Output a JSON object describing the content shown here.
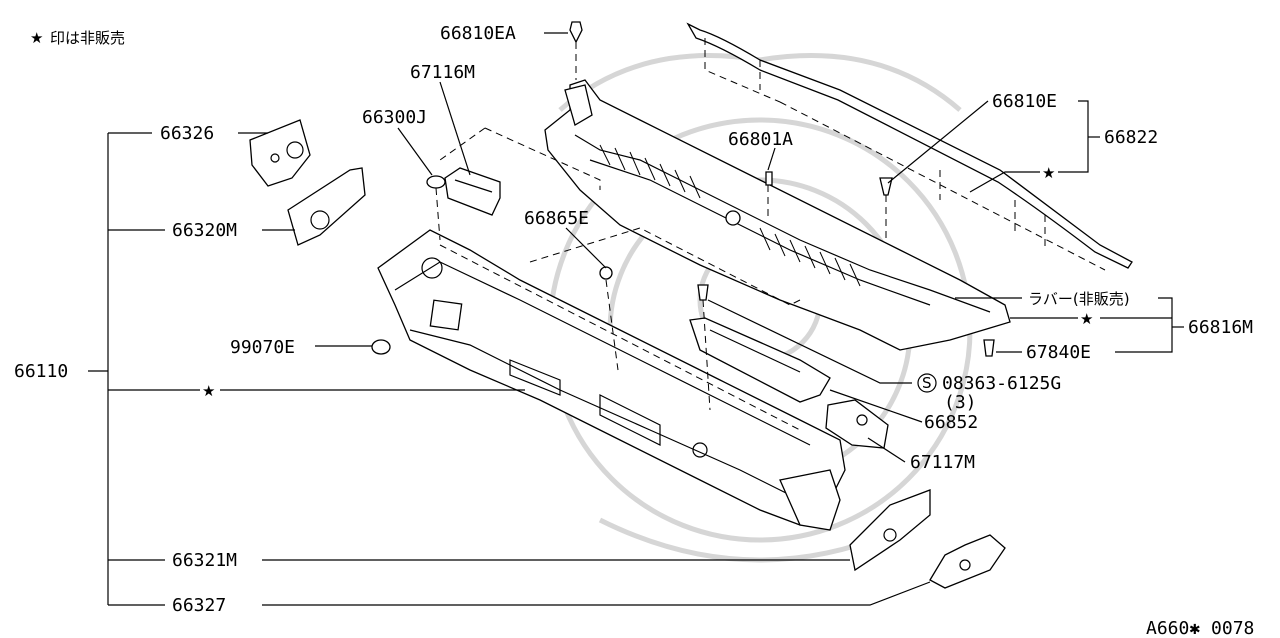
{
  "note": {
    "star": "★",
    "text": "印は非販売"
  },
  "labels": {
    "p66810EA": "66810EA",
    "p67116M": "67116M",
    "p66300J": "66300J",
    "p66326": "66326",
    "p66320M": "66320M",
    "p66865E": "66865E",
    "p66801A": "66801A",
    "p66810E": "66810E",
    "p66822": "66822",
    "p99070E": "99070E",
    "p66110": "66110",
    "rubber": "ラバー(非販売)",
    "p66816M": "66816M",
    "p67840E": "67840E",
    "screw_circle": "S",
    "screw_code": "08363-6125G",
    "screw_qty": "(3)",
    "p66852": "66852",
    "p67117M": "67117M",
    "p66321M": "66321M",
    "p66327": "66327",
    "star": "★"
  },
  "diagram_code": "A660✱ 0078"
}
